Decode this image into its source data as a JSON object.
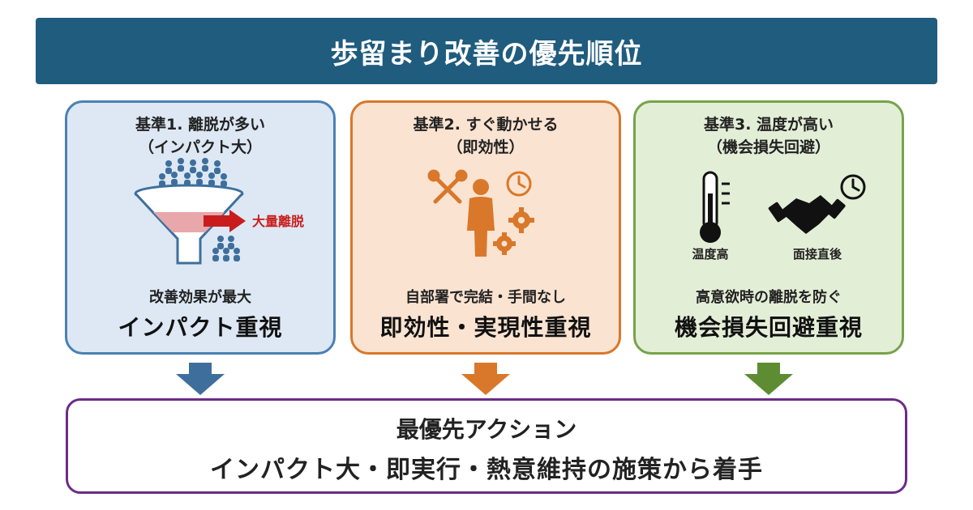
{
  "header": {
    "title": "歩留まり改善の優先順位"
  },
  "panels": [
    {
      "criterion": "基準1. 離脱が多い",
      "criterion_sub": "（インパクト大）",
      "callout": "大量離脱",
      "description": "改善効果が最大",
      "emphasis": "インパクト重視",
      "accent": "#4a80b4"
    },
    {
      "criterion": "基準2. すぐ動かせる",
      "criterion_sub": "（即効性）",
      "description": "自部署で完結・手間なし",
      "emphasis": "即効性・実現性重視",
      "accent": "#d9782a"
    },
    {
      "criterion": "基準3. 温度が高い",
      "criterion_sub": "（機会損失回避）",
      "icon_labels": [
        "温度高",
        "面接直後"
      ],
      "description": "高意欲時の離脱を防ぐ",
      "emphasis": "機会損失回避重視",
      "accent": "#77a34a"
    }
  ],
  "action": {
    "title": "最優先アクション",
    "text": "インパクト大・即実行・熱意維持の施策から着手",
    "border_color": "#6b2c87"
  },
  "icons": [
    "funnel-icon",
    "people-icon",
    "red-arrow-icon",
    "tools-icon",
    "person-icon",
    "clock-icon",
    "gears-icon",
    "thermometer-icon",
    "handshake-icon"
  ]
}
